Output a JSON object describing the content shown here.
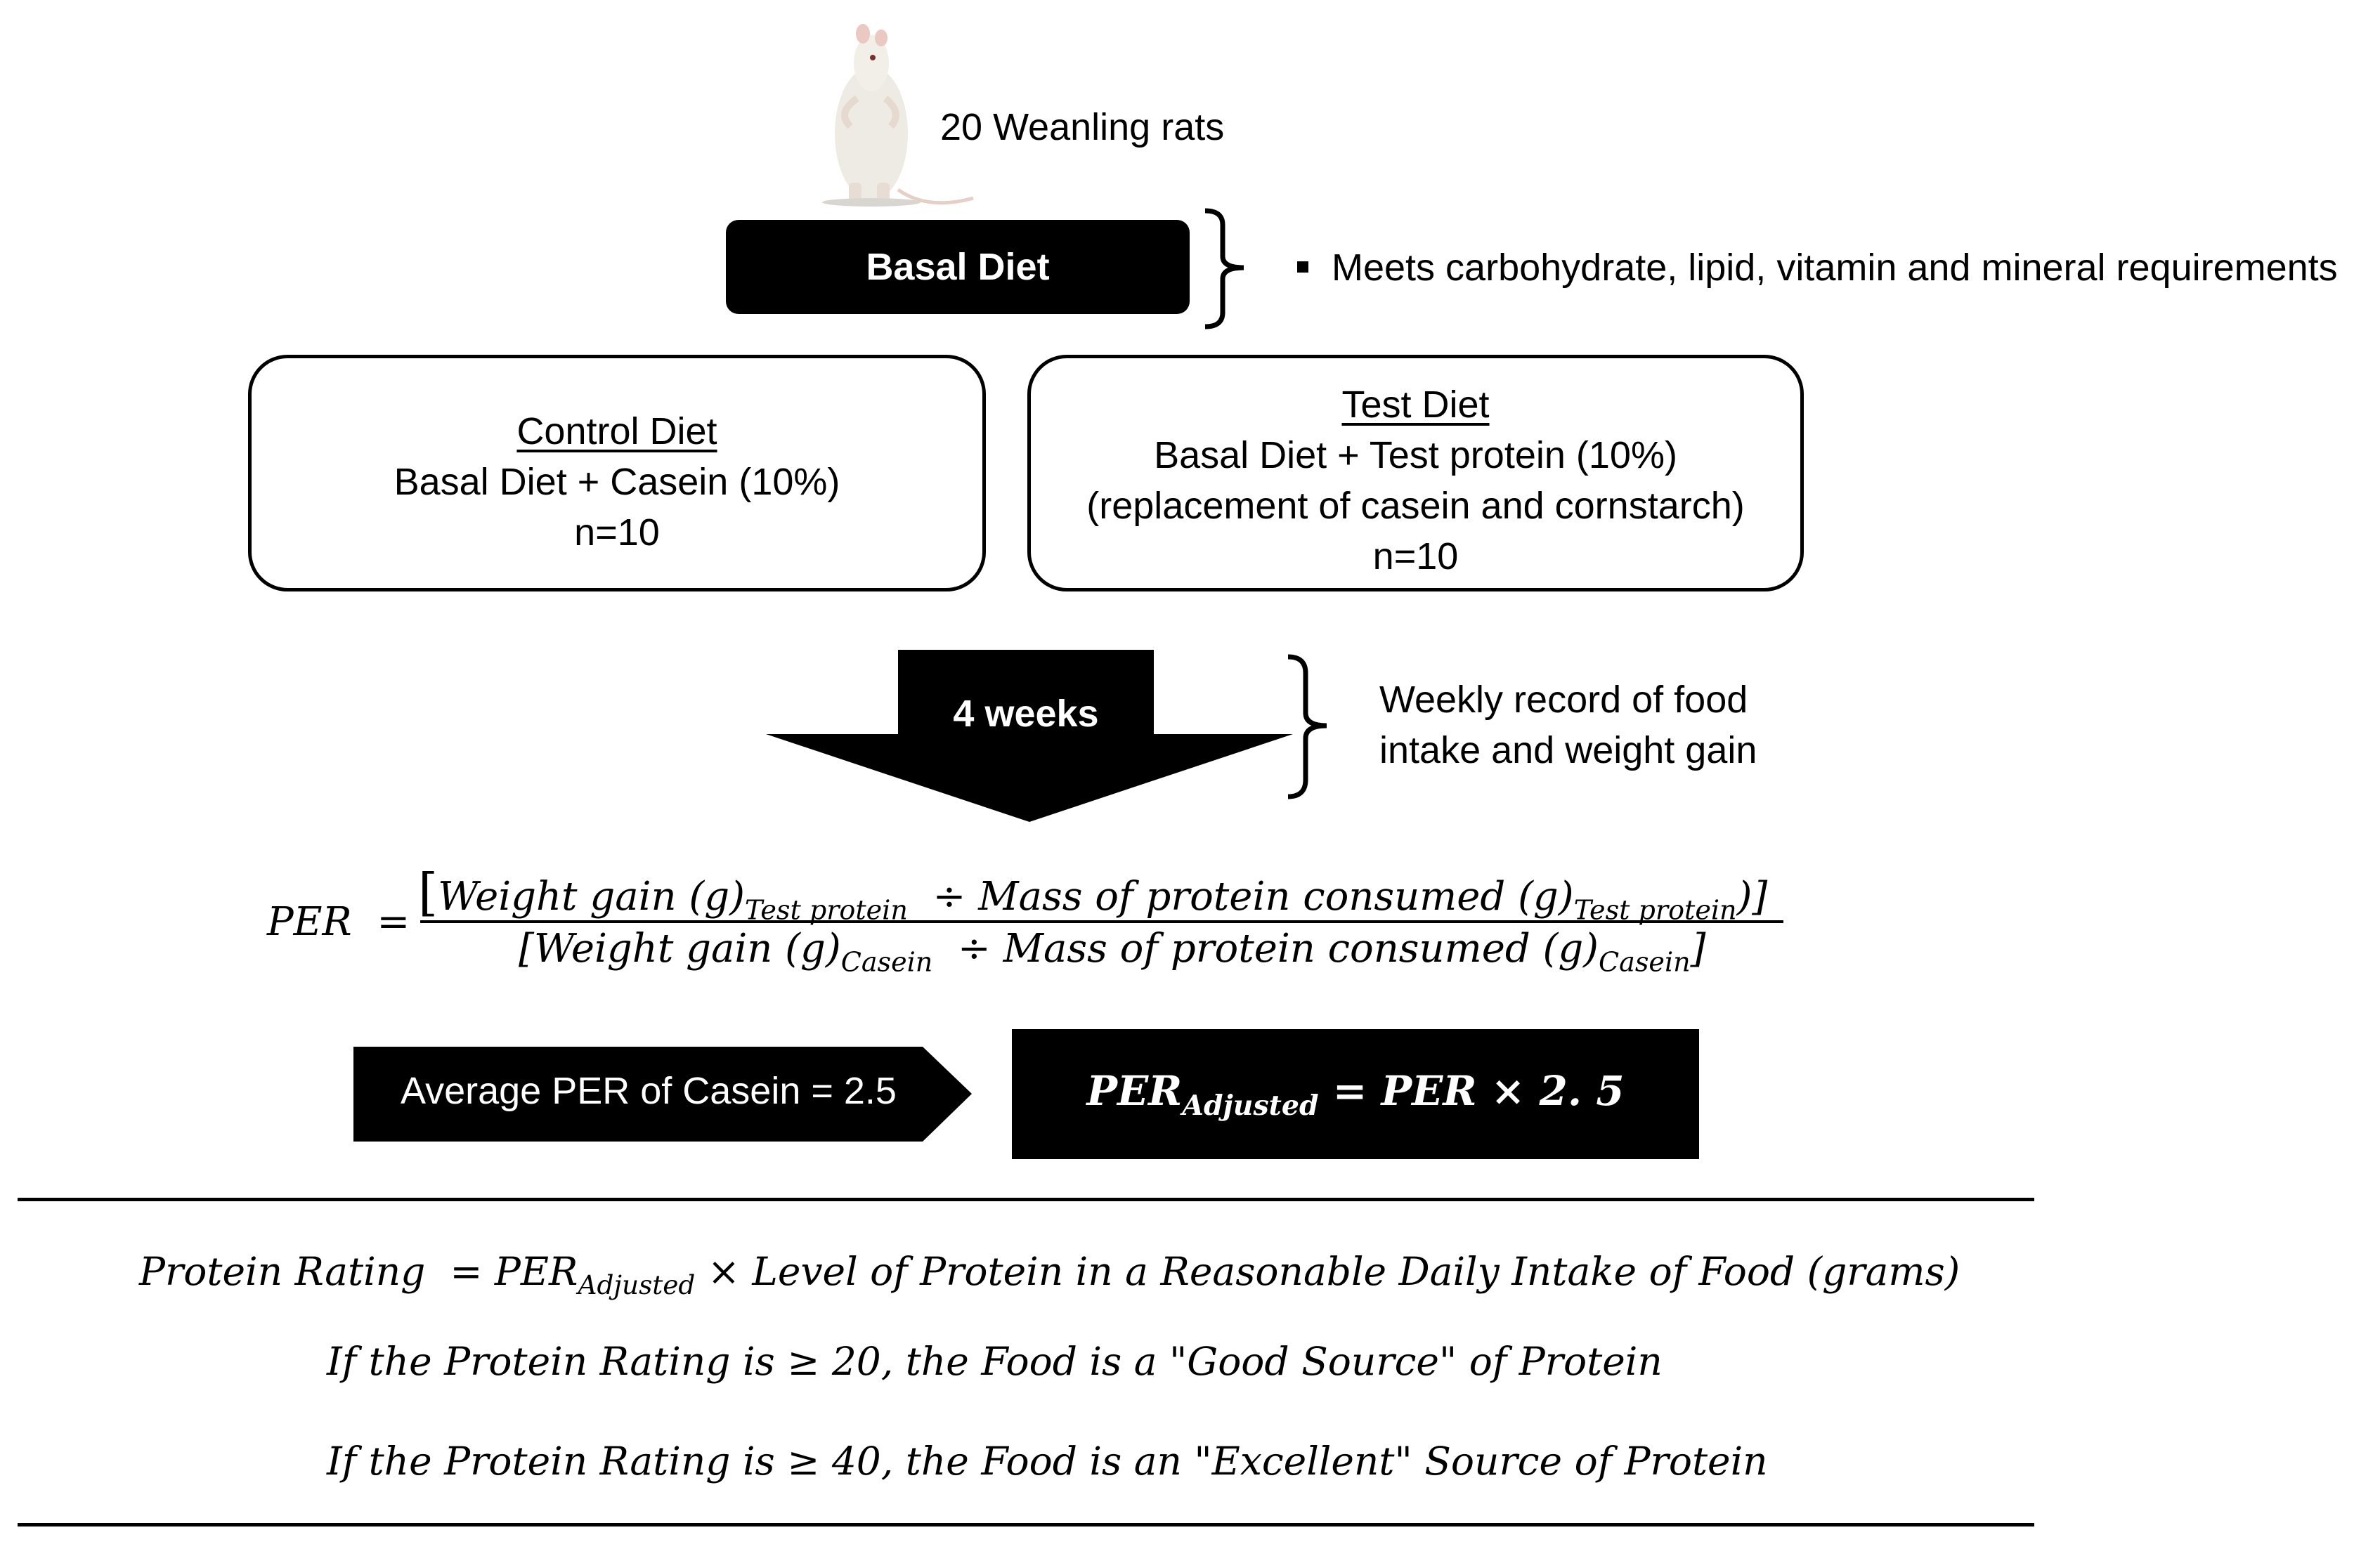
{
  "rats": {
    "label": "20 Weanling rats",
    "icon": "rat-photo"
  },
  "basal": {
    "label": "Basal Diet",
    "note": "Meets carbohydrate, lipid, vitamin and mineral requirements"
  },
  "control": {
    "title": "Control Diet",
    "line1": "Basal Diet + Casein (10%)",
    "line2": "n=10"
  },
  "test": {
    "title": "Test Diet",
    "line1": "Basal Diet + Test protein (10%)",
    "line2": "(replacement of casein and cornstarch)",
    "line3": "n=10"
  },
  "duration": {
    "label": "4 weeks",
    "note_line1": "Weekly record of food",
    "note_line2": "intake and weight gain"
  },
  "per_formula": {
    "lhs": "PER",
    "eq": "=",
    "num_open": "[",
    "num_a": "Weight gain (g)",
    "num_a_sub": "Test protein",
    "num_div": "÷ Mass of protein consumed (g)",
    "num_b_sub": "Test protein",
    "num_close": ")]",
    "den_open": "[",
    "den_a": "Weight gain (g)",
    "den_a_sub": "Casein",
    "den_div": "÷ Mass of protein consumed (g)",
    "den_b_sub": "Casein",
    "den_close": "]"
  },
  "average": {
    "label": "Average PER of Casein = 2.5"
  },
  "adjusted": {
    "base": "PER",
    "sub": "Adjusted",
    "rest": "= PER  × 2. 5"
  },
  "rating": {
    "lhs": "Protein Rating",
    "eq": "= PER",
    "sub": "Adjusted",
    "rest": "× Level of Protein in a Reasonable Daily Intake of Food (grams)",
    "rule_good": "If the Protein Rating is  ≥ 20, the Food is a \"Good Source\" of Protein",
    "rule_excellent": "If the Protein Rating is  ≥ 40, the Food is an \"Excellent\" Source of Protein"
  }
}
